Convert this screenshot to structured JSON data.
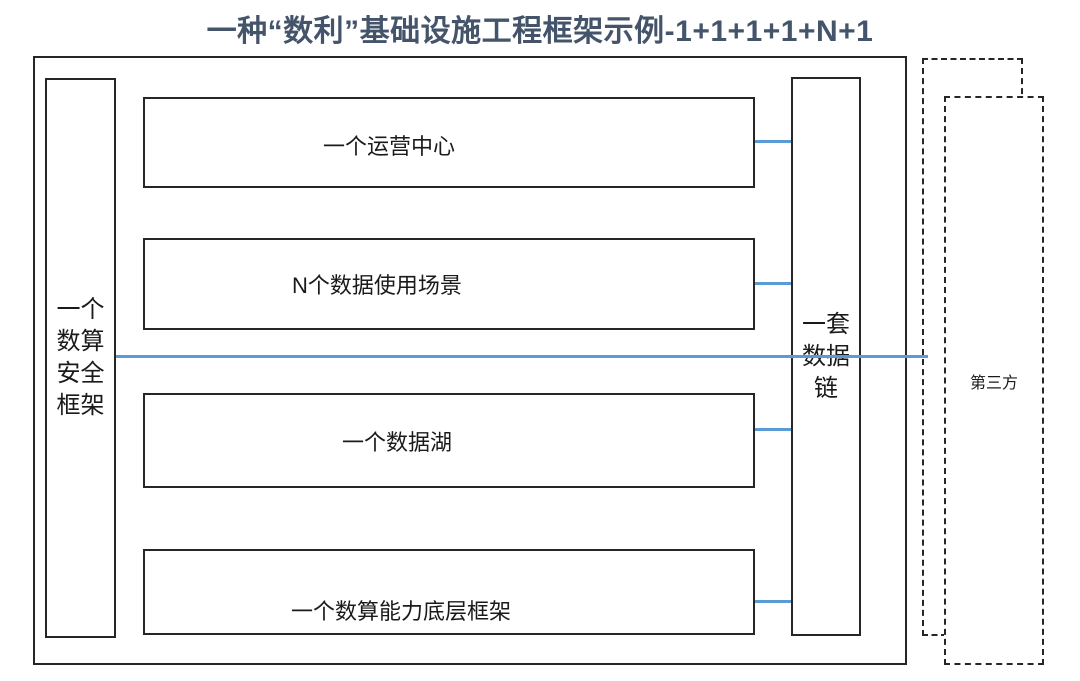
{
  "title": "一种“数利”基础设施工程框架示例-1+1+1+1+N+1",
  "colors": {
    "title_text": "#44546A",
    "box_border": "#262626",
    "connector_blue": "#5B9BD5",
    "background": "#ffffff"
  },
  "left_panel": {
    "label": "一个数算安全框架",
    "stacked_text": "一个\n数算\n安全\n框架"
  },
  "middle_boxes": [
    {
      "label": "一个运营中心"
    },
    {
      "label": "N个数据使用场景"
    },
    {
      "label": "一个数据湖"
    },
    {
      "label": "一个数算能力底层框架"
    }
  ],
  "right_panel": {
    "label": "一套数据链",
    "stacked_text": "一套\n数据\n链"
  },
  "third_party": {
    "label": "第三方"
  }
}
